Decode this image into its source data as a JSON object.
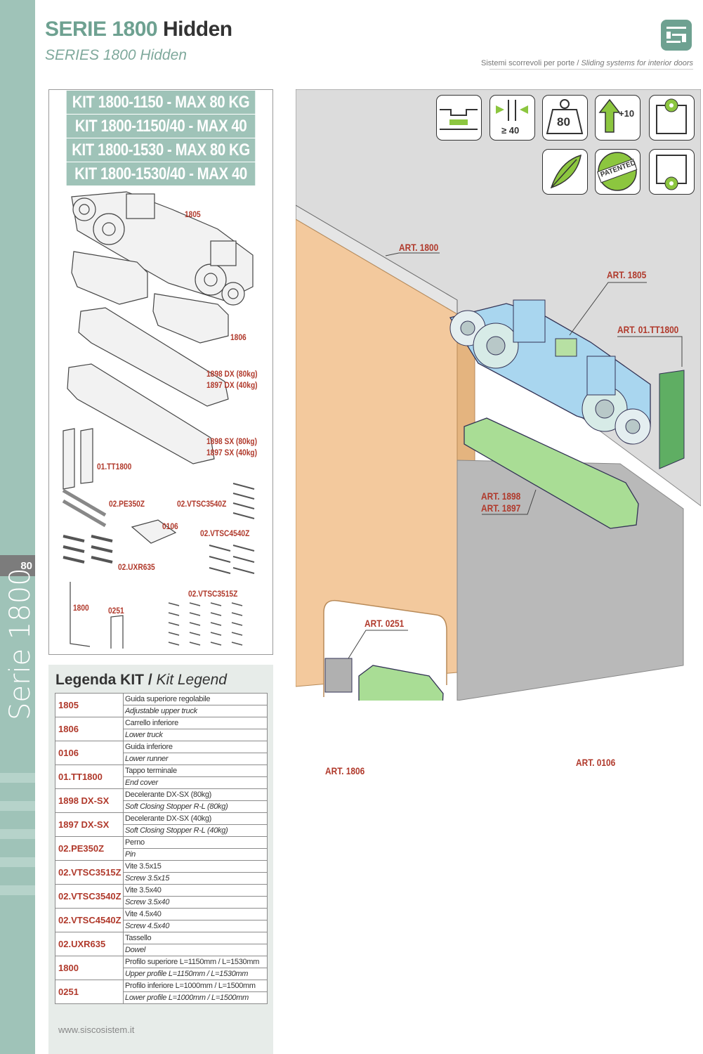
{
  "header": {
    "title_a": "SERIE 1800",
    "title_b": "Hidden",
    "subtitle": "SERIES 1800 Hidden",
    "tagline_it": "Sistemi scorrevoli per porte",
    "tagline_sep": " / ",
    "tagline_en": "Sliding systems for interior doors"
  },
  "side": {
    "page_number": "80",
    "series": "Serie 1800"
  },
  "kits": [
    "KIT 1800-1150 - MAX 80 KG",
    "KIT 1800-1150/40 - MAX 40 KG",
    "KIT 1800-1530 - MAX 80 KG",
    "KIT 1800-1530/40 - MAX 40 KG"
  ],
  "part_labels": {
    "p1805": "1805",
    "p1806": "1806",
    "p1898dx": "1898 DX (80kg)",
    "p1897dx": "1897 DX (40kg)",
    "p1898sx": "1898 SX (80kg)",
    "p1897sx": "1897 SX (40kg)",
    "ptt1800": "01.TT1800",
    "ppe350z": "02.PE350Z",
    "pvtsc3540z": "02.VTSC3540Z",
    "p0106": "0106",
    "pvtsc4540z": "02.VTSC4540Z",
    "puxr635": "02.UXR635",
    "pvtsc3515z": "02.VTSC3515Z",
    "p1800": "1800",
    "p0251": "0251"
  },
  "legend": {
    "title_it": "Legenda KIT",
    "title_sep": " / ",
    "title_en": "Kit Legend",
    "rows": [
      {
        "code": "1805",
        "it": "Guida superiore regolabile",
        "en": "Adjustable upper truck"
      },
      {
        "code": "1806",
        "it": "Carrello inferiore",
        "en": "Lower truck"
      },
      {
        "code": "0106",
        "it": "Guida inferiore",
        "en": "Lower runner"
      },
      {
        "code": "01.TT1800",
        "it": "Tappo terminale",
        "en": "End cover"
      },
      {
        "code": "1898 DX-SX",
        "it": "Decelerante DX-SX (80kg)",
        "en": "Soft Closing Stopper R-L (80kg)"
      },
      {
        "code": "1897 DX-SX",
        "it": "Decelerante DX-SX (40kg)",
        "en": "Soft Closing Stopper R-L (40kg)"
      },
      {
        "code": "02.PE350Z",
        "it": "Perno",
        "en": "Pin"
      },
      {
        "code": "02.VTSC3515Z",
        "it": "Vite 3.5x15",
        "en": "Screw 3.5x15"
      },
      {
        "code": "02.VTSC3540Z",
        "it": "Vite 3.5x40",
        "en": "Screw 3.5x40"
      },
      {
        "code": "02.VTSC4540Z",
        "it": "Vite 4.5x40",
        "en": "Screw 4.5x40"
      },
      {
        "code": "02.UXR635",
        "it": "Tassello",
        "en": "Dowel"
      },
      {
        "code": "1800",
        "it": "Profilo superiore L=1150mm / L=1530mm",
        "en": "Upper profile L=1150mm / L=1530mm"
      },
      {
        "code": "0251",
        "it": "Profilo inferiore L=1000mm / L=1500mm",
        "en": "Lower profile L=1000mm / L=1500mm"
      }
    ],
    "website": "www.siscosistem.it"
  },
  "icons": {
    "min_thickness": "≥ 40",
    "max_weight": "80",
    "adjust": "+10",
    "patented": "PATENTED"
  },
  "art_labels": {
    "a1800": "ART. 1800",
    "a1805": "ART. 1805",
    "att1800": "ART. 01.TT1800",
    "a1898": "ART. 1898",
    "a1897": "ART. 1897",
    "a0251": "ART. 0251",
    "a1806": "ART. 1806",
    "a0106": "ART. 0106"
  },
  "colors": {
    "accent_green": "#6ea191",
    "band_green": "#9fc3b8",
    "label_red": "#b0392b",
    "door_wood": "#f3c99d",
    "wall_grey": "#b9b9b9",
    "part_green": "#a9dd95",
    "part_blue": "#a9d6ef"
  }
}
